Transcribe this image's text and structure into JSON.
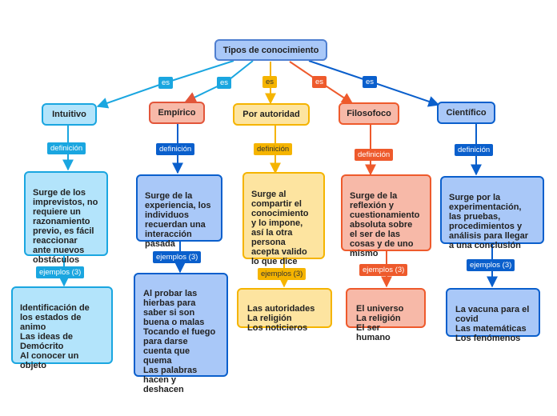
{
  "root": {
    "label": "Tipos de conocimiento"
  },
  "colors": {
    "root_fill": "#a9c8f8",
    "root_border": "#4f7fd0",
    "intuitivo_fill": "#b3e4fb",
    "intuitivo_stroke": "#1aa6e0",
    "empirico_fill": "#f7b9a8",
    "empirico_stroke": "#e2553a",
    "empirico_text_fill": "#a9c8f8",
    "empirico_blue": "#0a5fcc",
    "autoridad_fill": "#fde4a0",
    "autoridad_stroke": "#f5b400",
    "filosofico_fill": "#f7b9a8",
    "filosofico_stroke": "#ee5a2c",
    "cientifico_fill": "#a9c8f8",
    "cientifico_stroke": "#0a5fcc"
  },
  "branches": [
    {
      "key": "intuitivo",
      "connector": "es",
      "title": "Intuitivo",
      "definition_tag": "definición",
      "definition": "Surge de los\nimprevistos, no\nrequiere un\nrazonamiento\nprevio, es fácil\nreaccionar\nante nuevos\nobstáculos",
      "examples_tag": "ejemplos (3)",
      "examples": "Identificación de\nlos estados de\nanimo\nLas ideas de\nDemócrito\nAl conocer un\nobjeto"
    },
    {
      "key": "empirico",
      "connector": "es",
      "title": "Empírico",
      "definition_tag": "definición",
      "definition": "Surge de la\nexperiencia, los\nindividuos\nrecuerdan una\ninteracción\npasada",
      "examples_tag": "ejemplos (3)",
      "examples": "Al probar las\nhierbas para\nsaber si son\nbuena o malas\nTocando el fuego\npara darse\ncuenta que\nquema\nLas palabras\nhacen y deshacen"
    },
    {
      "key": "autoridad",
      "connector": "es",
      "title": "Por autoridad",
      "definition_tag": "definición",
      "definition": "Surge al\ncompartir el\nconocimiento\ny lo impone,\nasí la otra\npersona\nacepta valido\nlo que dice",
      "examples_tag": "ejemplos (3)",
      "examples": "Las autoridades\nLa religión\nLos noticieros"
    },
    {
      "key": "filosofico",
      "connector": "es",
      "title": "Filosofoco",
      "definition_tag": "definición",
      "definition": "Surge de la\nreflexión y\ncuestionamiento\nabsoluta sobre\nel ser de las\ncosas y de uno\nmismo",
      "examples_tag": "ejemplos (3)",
      "examples": "El universo\nLa religión\nEl ser humano"
    },
    {
      "key": "cientifico",
      "connector": "es",
      "title": "Científico",
      "definition_tag": "definición",
      "definition": "Surge por la\nexperimentación,\nlas pruebas,\nprocedimientos y\nanálisis para llegar\na una conclusión",
      "examples_tag": "ejemplos (3)",
      "examples": "La vacuna para el\ncovid\nLas matemáticas\nLos fenómenos"
    }
  ]
}
